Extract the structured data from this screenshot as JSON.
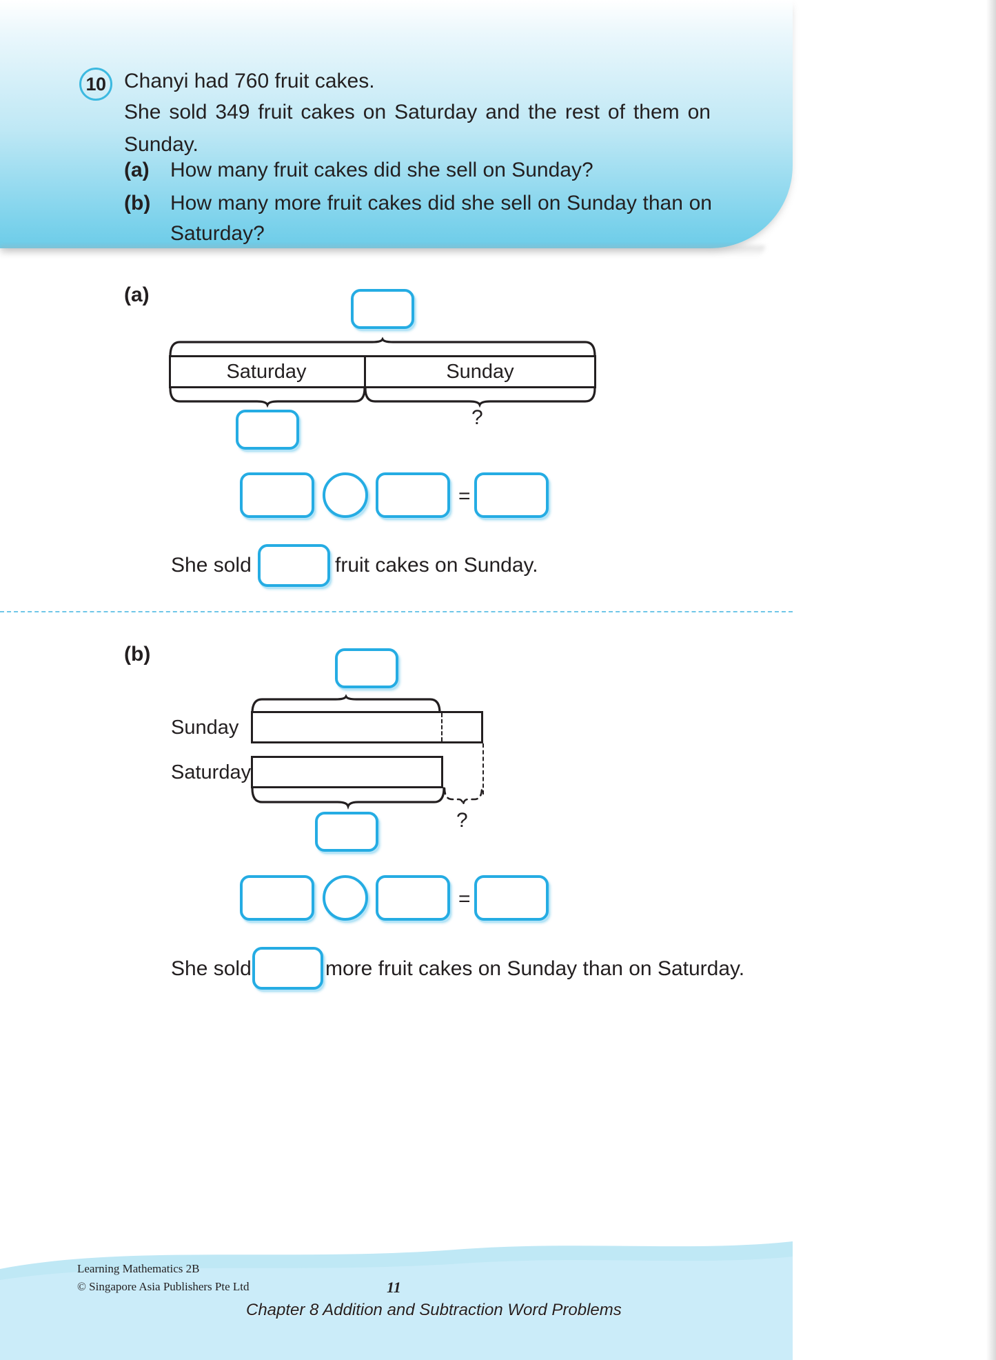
{
  "question": {
    "number": "10",
    "line1": "Chanyi had 760 fruit cakes.",
    "line2": "She sold 349 fruit cakes on Saturday and the rest of them on",
    "line3": "Sunday.",
    "parts": [
      {
        "label": "(a)",
        "text": "How many fruit cakes did she sell on Sunday?"
      },
      {
        "label": "(b)",
        "text": "How many more fruit cakes did she sell on Sunday than on",
        "text_line2": "Saturday?"
      }
    ]
  },
  "part_a": {
    "label": "(a)",
    "bar_left_label": "Saturday",
    "bar_right_label": "Sunday",
    "question_mark": "?",
    "top_box_value": "",
    "left_box_value": "",
    "equation": {
      "operand1": "",
      "operator": "",
      "operand2": "",
      "equals": "=",
      "result": ""
    },
    "sentence_before": "She sold",
    "sentence_box_value": "",
    "sentence_after": "fruit cakes on Sunday."
  },
  "part_b": {
    "label": "(b)",
    "row1_label": "Sunday",
    "row2_label": "Saturday",
    "question_mark": "?",
    "top_box_value": "",
    "bottom_box_value": "",
    "equation": {
      "operand1": "",
      "operator": "",
      "operand2": "",
      "equals": "=",
      "result": ""
    },
    "sentence_before": "She sold",
    "sentence_box_value": "",
    "sentence_after": "more fruit cakes on Sunday than on Saturday."
  },
  "footer": {
    "book_title": "Learning Mathematics 2B",
    "copyright": "© Singapore Asia Publishers Pte Ltd",
    "page_number": "11",
    "chapter": "Chapter 8  Addition and Subtraction Word Problems"
  },
  "colors": {
    "accent_blue": "#25ace3",
    "banner_blue": "#6ccce8",
    "ink": "#231f20"
  }
}
